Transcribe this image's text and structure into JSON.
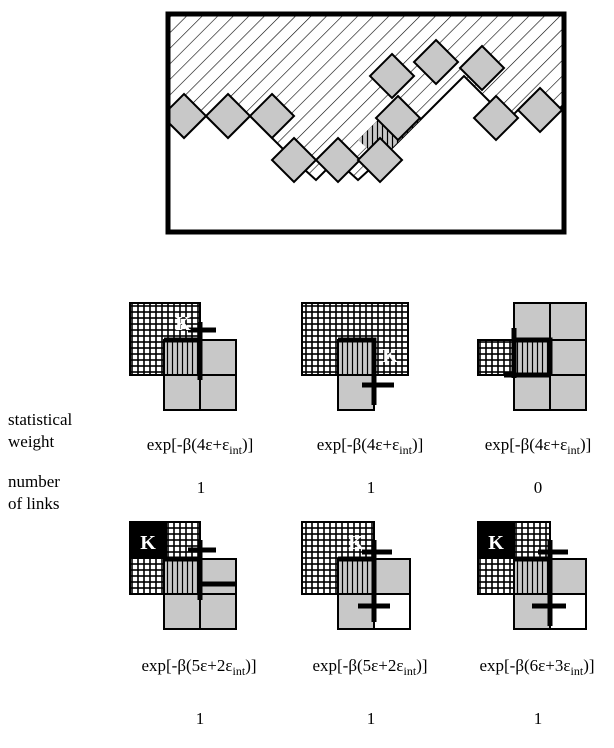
{
  "row_labels": {
    "statistical_line1": "statistical",
    "statistical_line2": "weight",
    "links_line1": "number",
    "links_line2": "of links"
  },
  "kink_label": "K",
  "panels": [
    {
      "weight": {
        "pre": "exp[-β(4ε+ε",
        "sub": "int",
        "post": ")]"
      },
      "links": "1"
    },
    {
      "weight": {
        "pre": "exp[-β(4ε+ε",
        "sub": "int",
        "post": ")]"
      },
      "links": "1"
    },
    {
      "weight": {
        "pre": "exp[-β(4ε+ε",
        "sub": "int",
        "post": ")]"
      },
      "links": "0"
    },
    {
      "weight": {
        "pre": "exp[-β(5ε+2ε",
        "sub": "int",
        "post": ")]"
      },
      "links": "1"
    },
    {
      "weight": {
        "pre": "exp[-β(5ε+2ε",
        "sub": "int",
        "post": ")]"
      },
      "links": "1"
    },
    {
      "weight": {
        "pre": "exp[-β(6ε+3ε",
        "sub": "int",
        "post": ")]"
      },
      "links": "1"
    }
  ],
  "colors": {
    "cell_gray": "#c8c8c8",
    "line": "#000000",
    "kink_dark": "#000000",
    "background": "#ffffff"
  }
}
